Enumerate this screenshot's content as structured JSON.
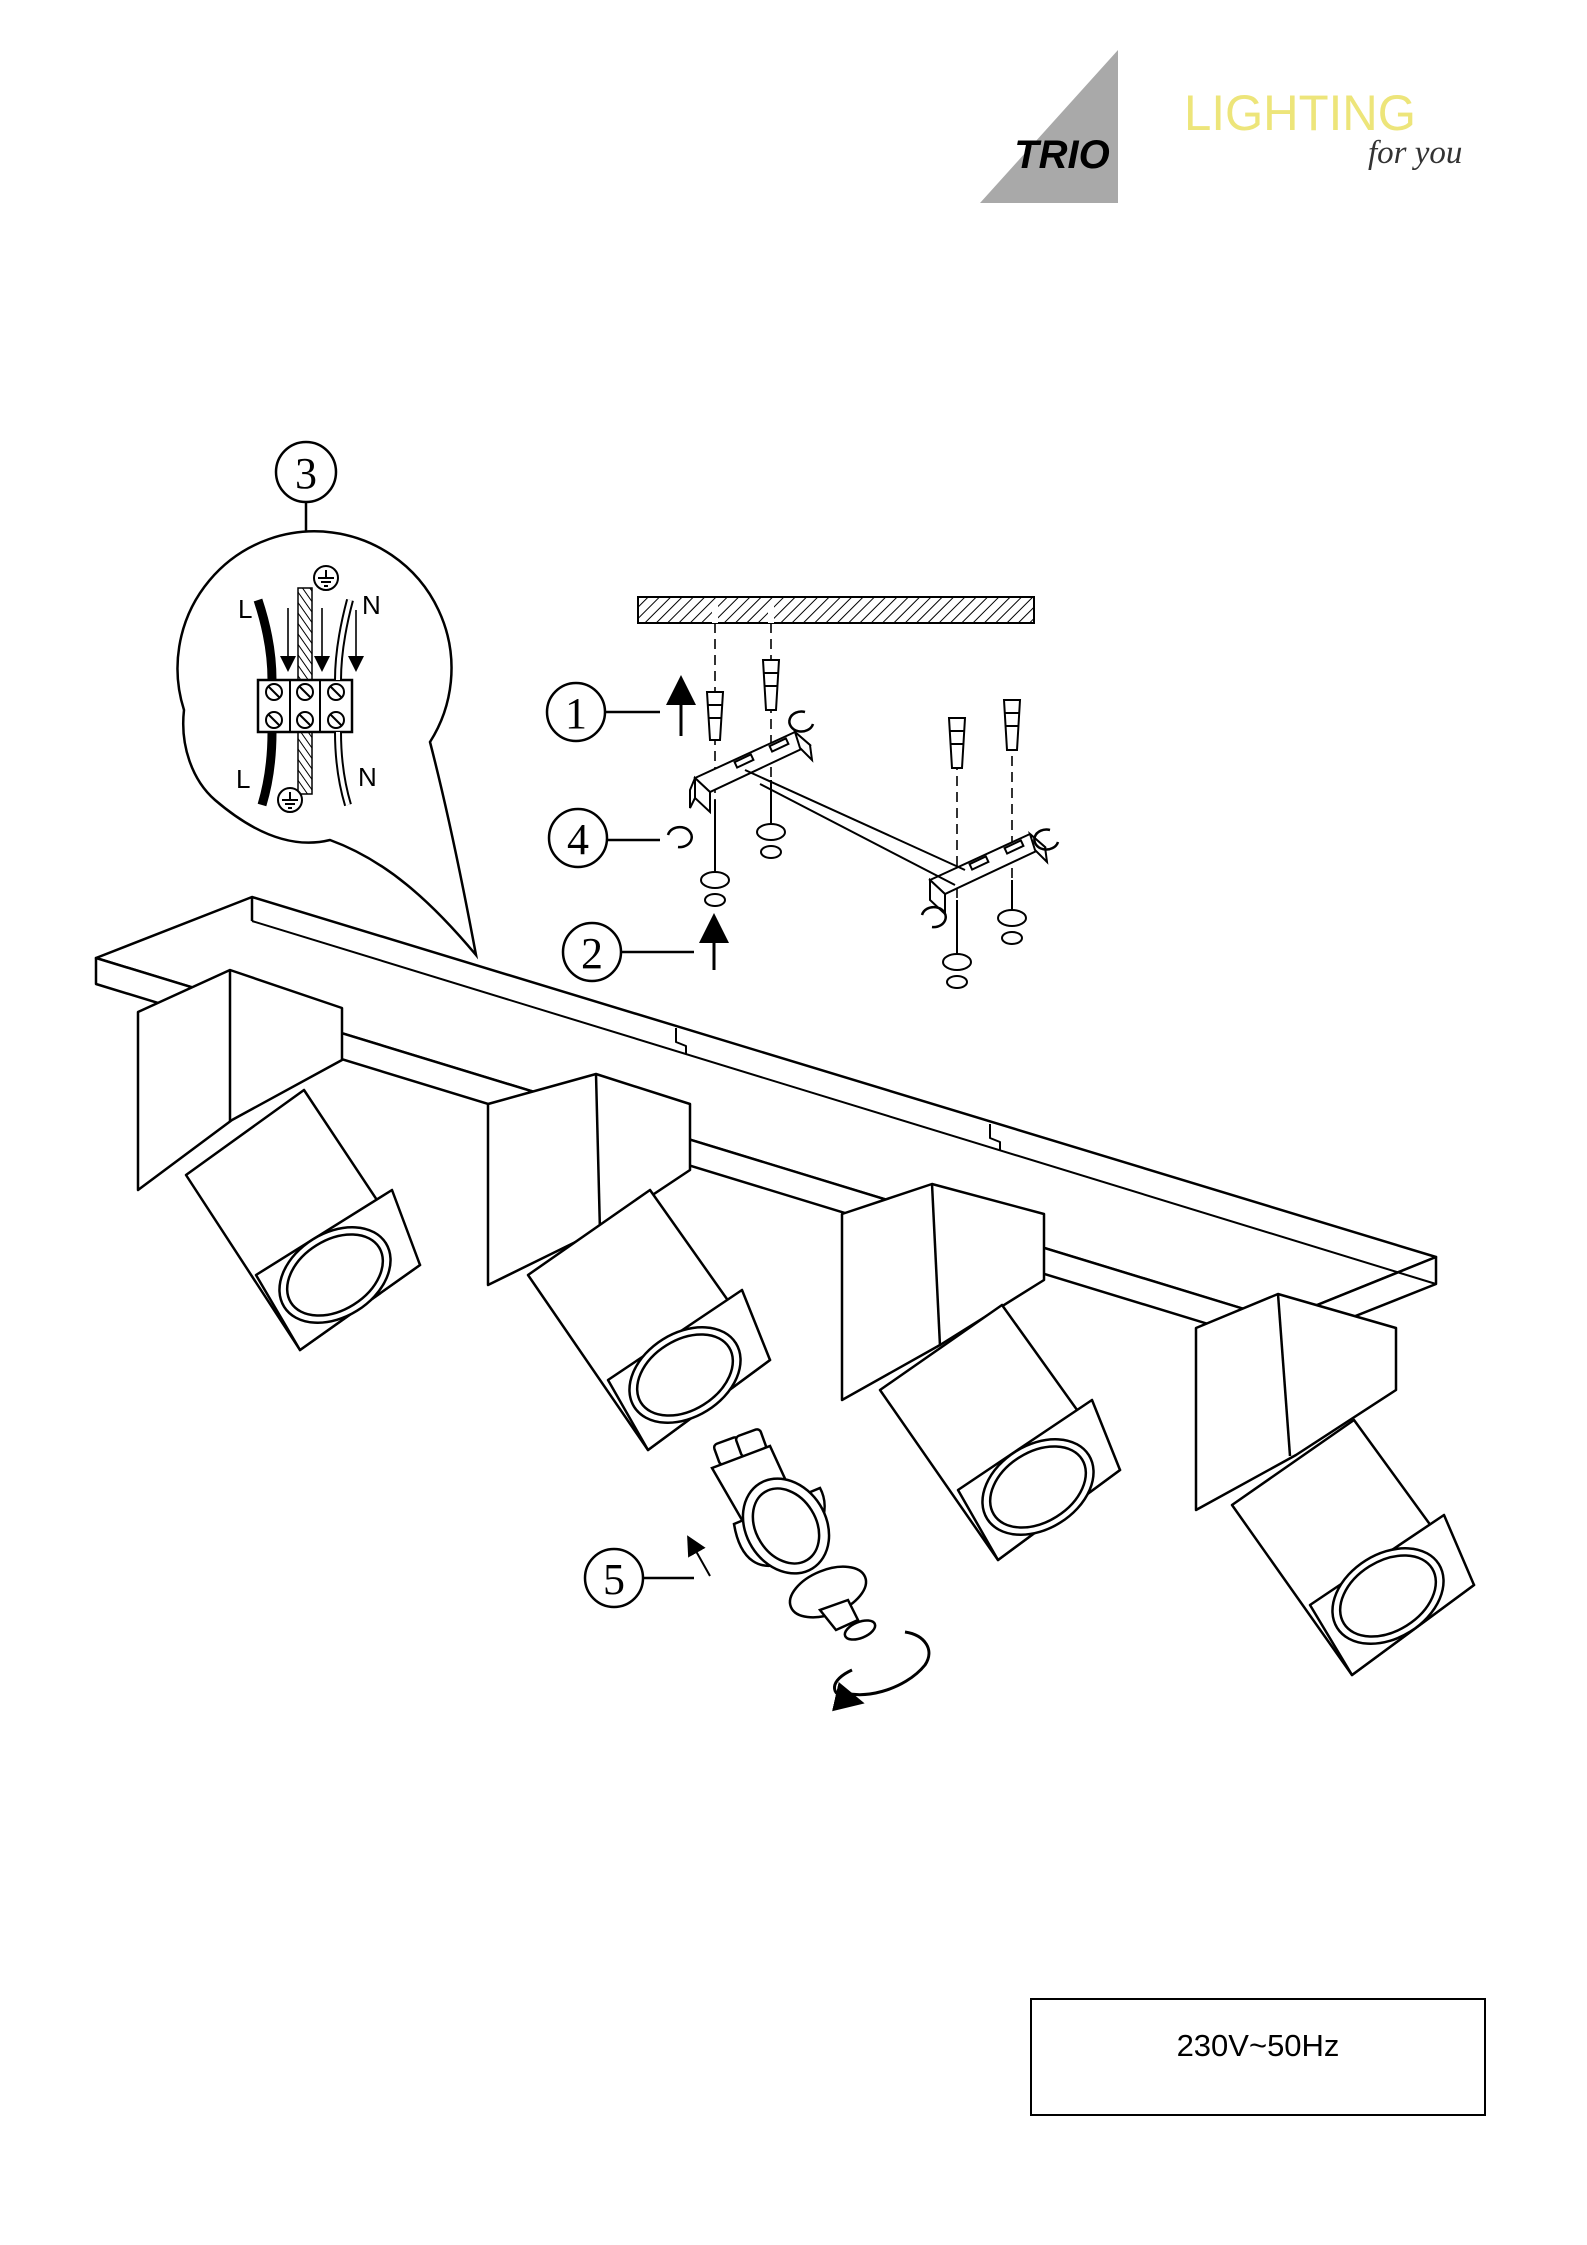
{
  "logo": {
    "brand": "TRIO",
    "word1": "LIGHTING",
    "word2": "for you",
    "colors": {
      "triangle": "#a9a9a9",
      "lighting": "#ede57a",
      "for_you": "#333333"
    }
  },
  "callouts": {
    "step1": "1",
    "step2": "2",
    "step3": "3",
    "step4": "4",
    "step5": "5"
  },
  "wiring": {
    "live_top": "L",
    "neutral_top": "N",
    "live_bottom": "L",
    "neutral_bottom": "N",
    "earth_symbol": "earth-ground-icon"
  },
  "rating": {
    "voltage": "230V~50Hz"
  }
}
